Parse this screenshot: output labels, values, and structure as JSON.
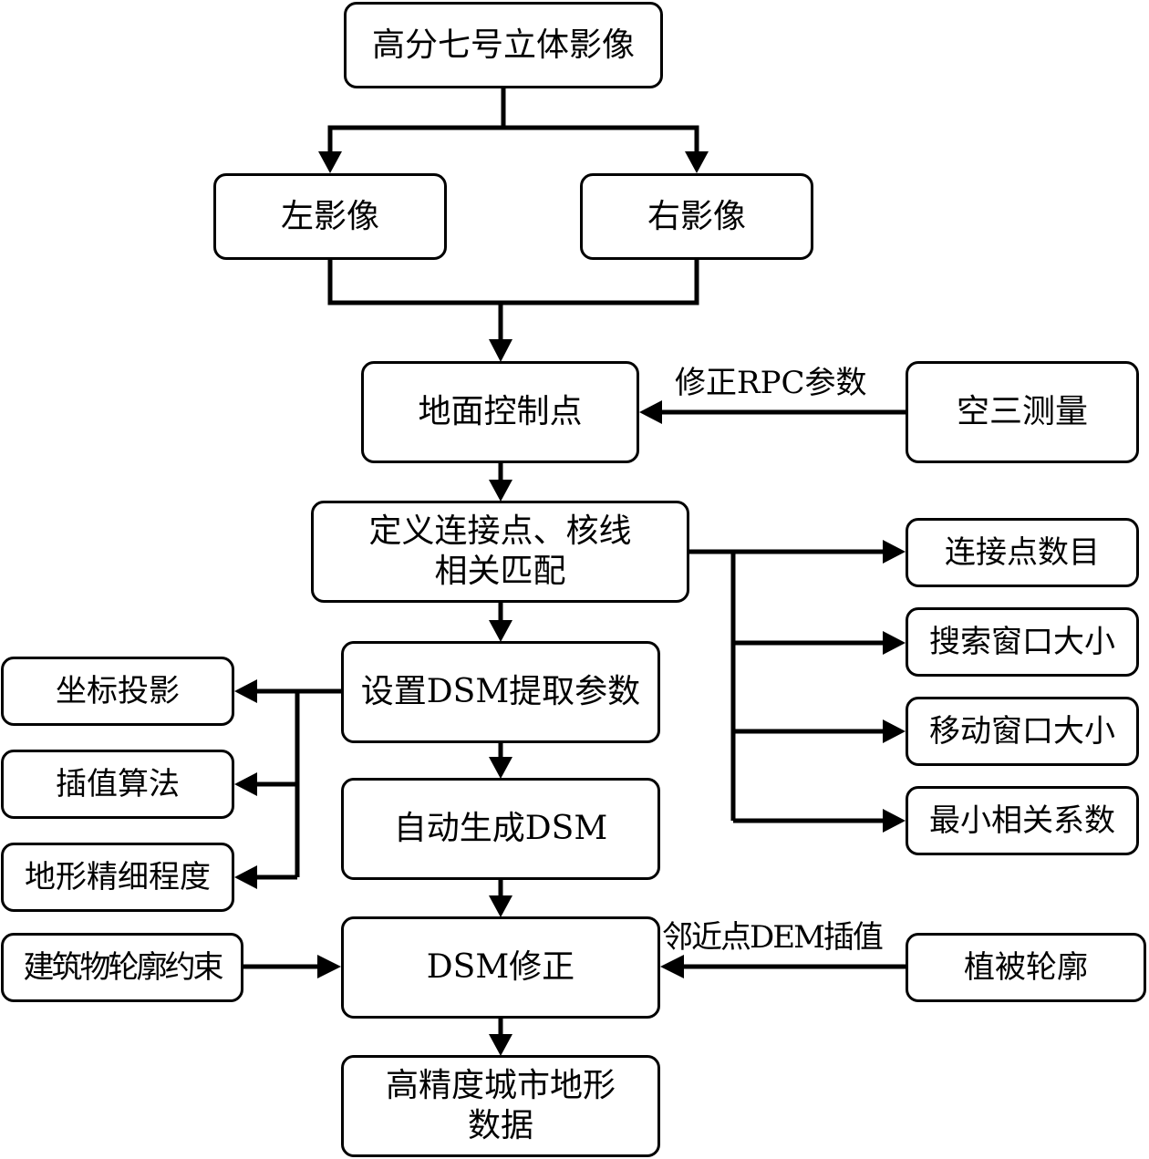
{
  "nodes": {
    "stereo_images": "高分七号立体影像",
    "left_image": "左影像",
    "right_image": "右影像",
    "ground_control": "地面控制点",
    "aerial_triangulation": "空三测量",
    "tie_points_matching": "定义连接点、核线\n相关匹配",
    "tie_point_count": "连接点数目",
    "search_window": "搜索窗口大小",
    "moving_window": "移动窗口大小",
    "min_correlation": "最小相关系数",
    "dsm_params": "设置DSM提取参数",
    "coord_projection": "坐标投影",
    "interp_algorithm": "插值算法",
    "terrain_detail": "地形精细程度",
    "auto_dsm": "自动生成DSM",
    "dsm_correction": "DSM修正",
    "building_outline": "建筑物轮廓约束",
    "vegetation_outline": "植被轮廓",
    "output": "高精度城市地形\n数据"
  },
  "edge_labels": {
    "rpc_correction": "修正RPC参数",
    "neighbor_dem_interp": "邻近点DEM插值"
  }
}
